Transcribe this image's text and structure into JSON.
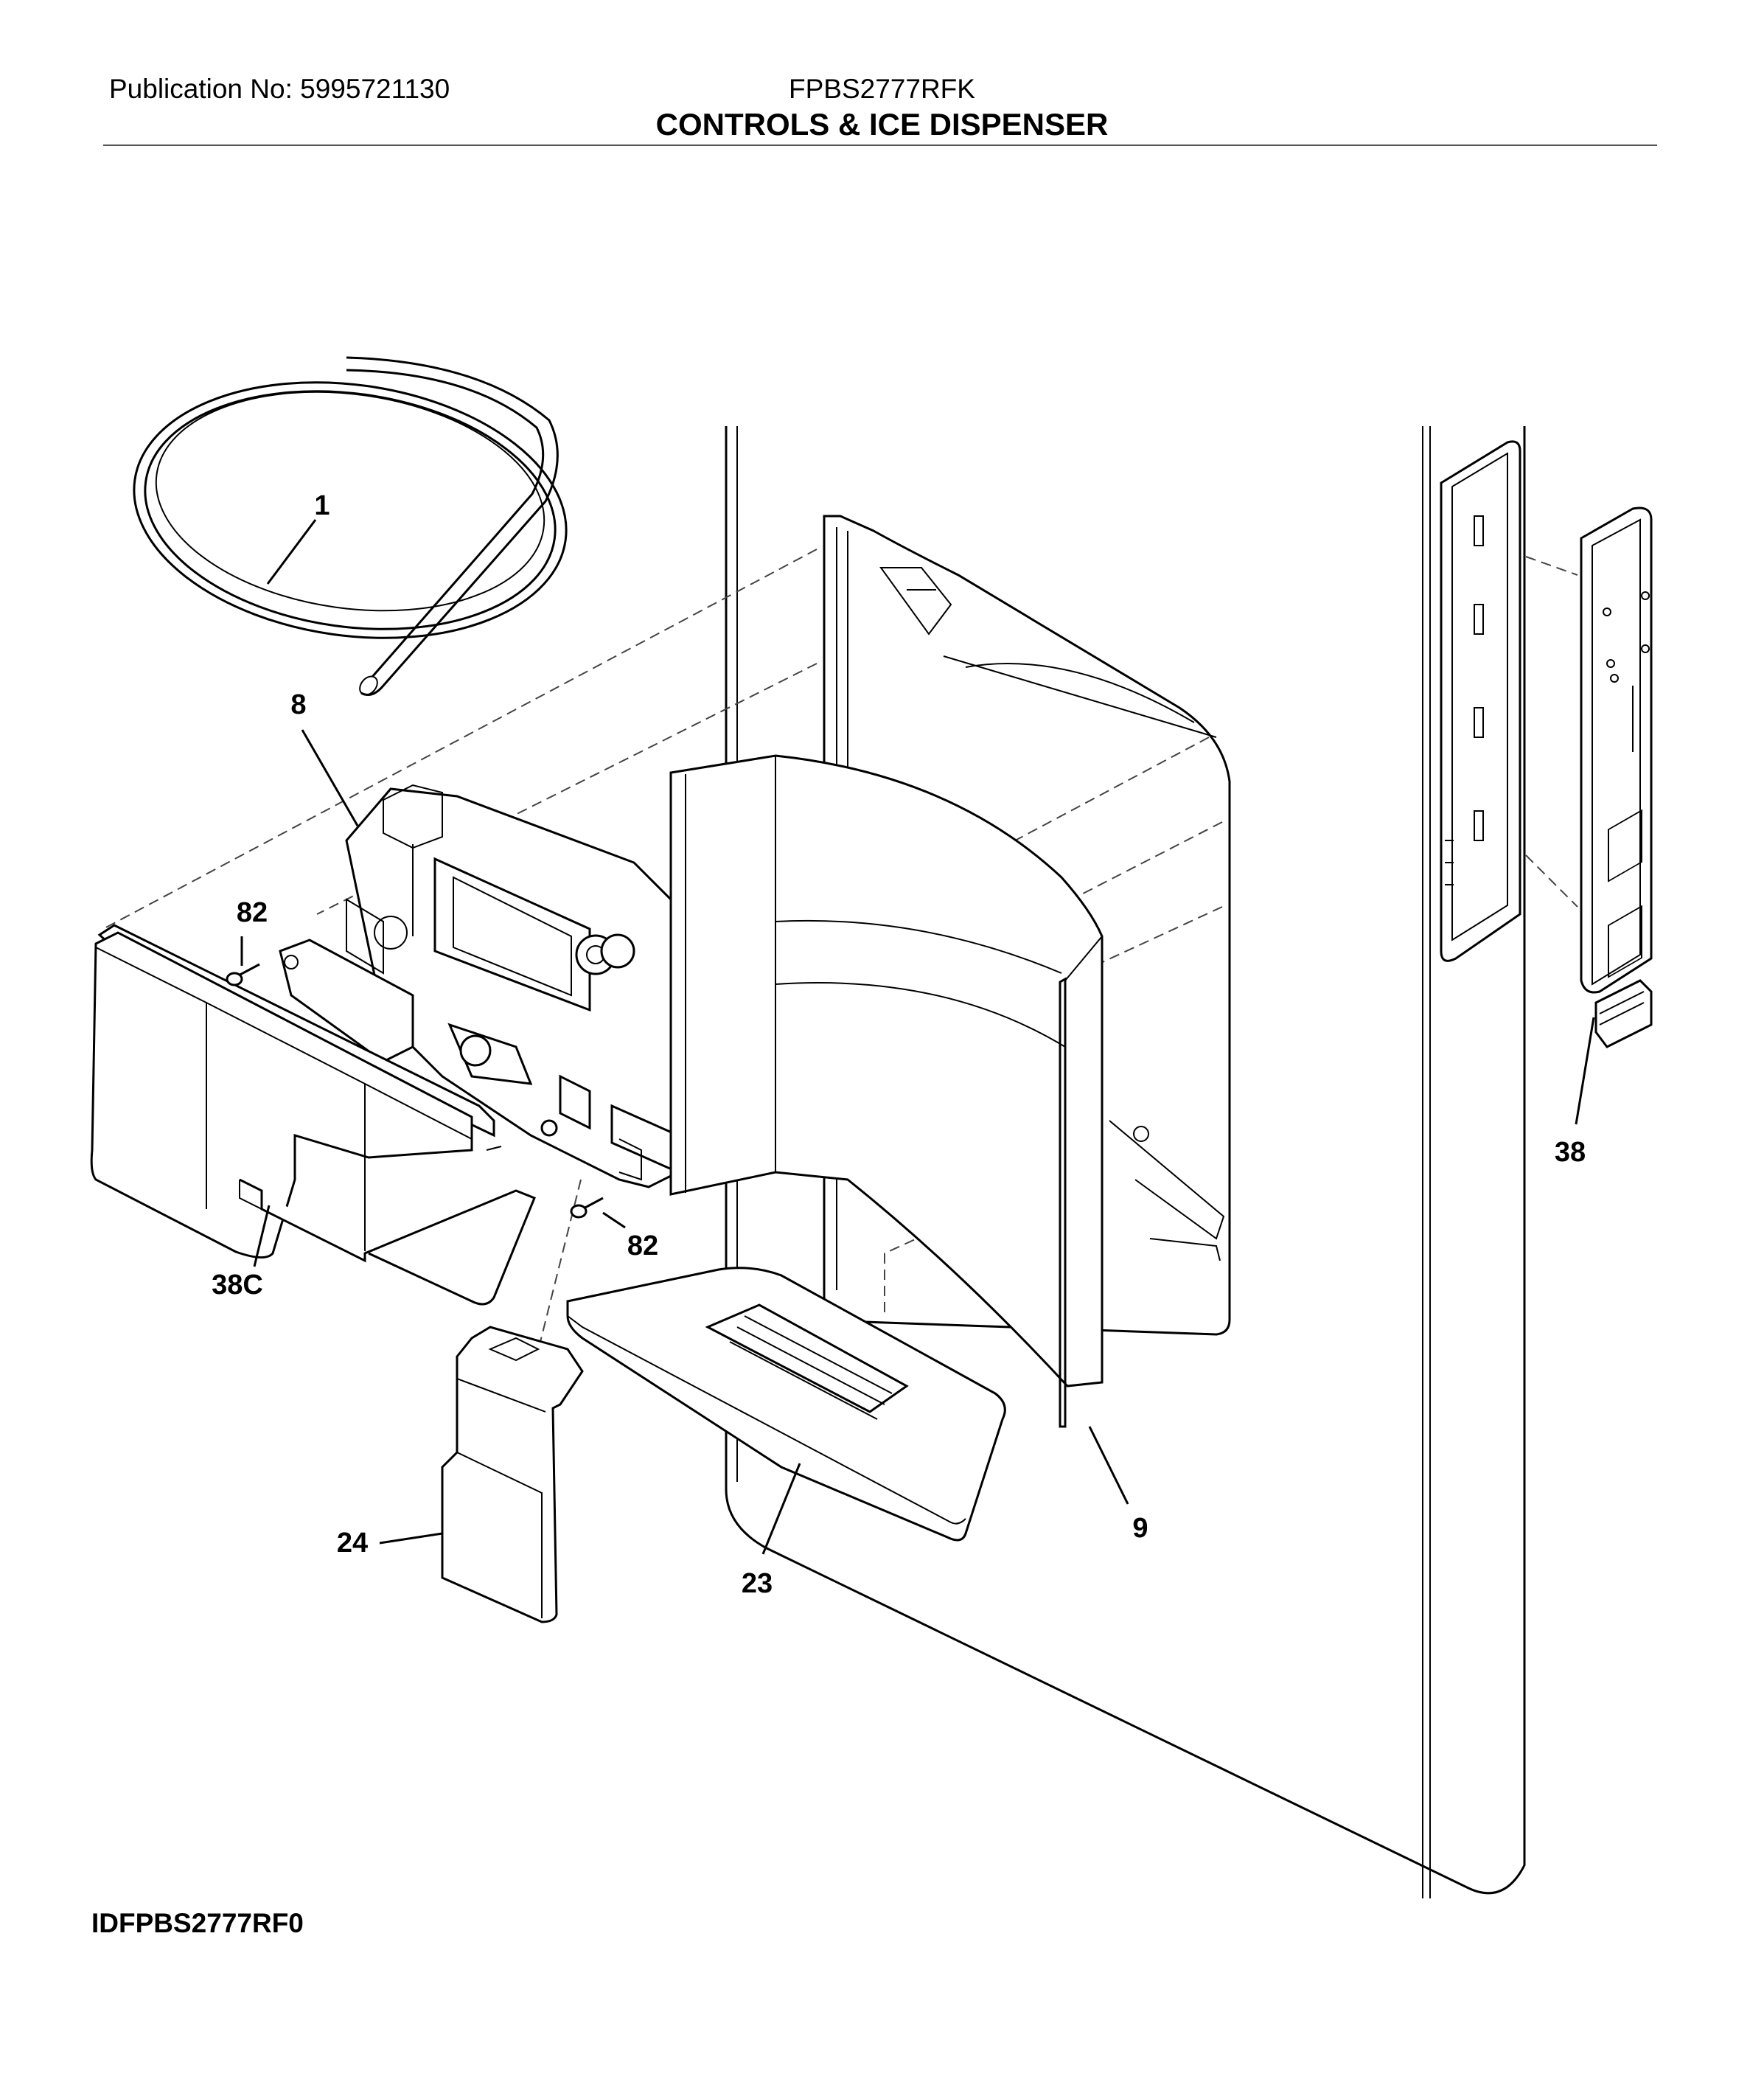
{
  "header": {
    "publication": "Publication No: 5995721130",
    "model": "FPBS2777RFK",
    "title": "CONTROLS & ICE DISPENSER"
  },
  "footer": {
    "diagram_id": "IDFPBS2777RF0"
  },
  "callouts": {
    "c1": "1",
    "c8": "8",
    "c82a": "82",
    "c82b": "82",
    "c38c": "38C",
    "c24": "24",
    "c23": "23",
    "c9": "9",
    "c38": "38"
  }
}
